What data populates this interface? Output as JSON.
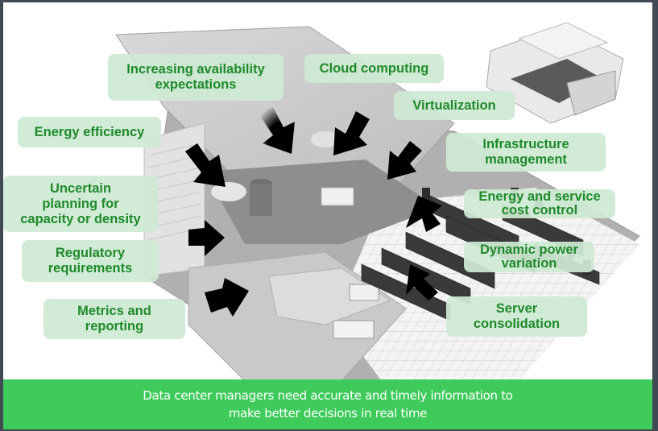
{
  "slide": {
    "labels": {
      "availability": "Increasing availability\nexpectations",
      "cloud": "Cloud computing",
      "virtualization": "Virtualization",
      "energy_efficiency": "Energy efficiency",
      "infrastructure": "Infrastructure\nmanagement",
      "uncertain_planning": "Uncertain\nplanning for\ncapacity or density",
      "energy_cost": "Energy and service\ncost control",
      "regulatory": "Regulatory\nrequirements",
      "dynamic_power": "Dynamic power\nvariation",
      "metrics": "Metrics and\nreporting",
      "server_consolidation": "Server\nconsolidation"
    },
    "banner": {
      "line1": "Data center managers need accurate and timely information to",
      "line2": "make better decisions in real time"
    },
    "colors": {
      "frame": "#3f4a55",
      "label_bg": "#ceead4",
      "label_text": "#1e8a2a",
      "banner_bg": "#3fcb5b",
      "banner_text": "#ffffff",
      "arrow": "#000000"
    }
  }
}
